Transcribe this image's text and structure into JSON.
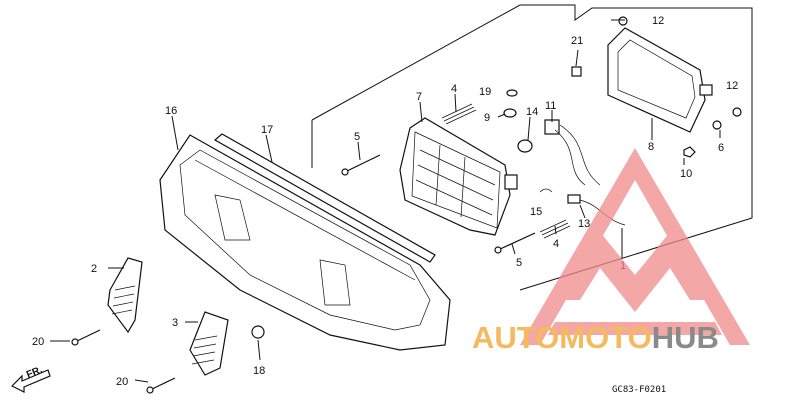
{
  "diagram": {
    "code": "GC83-F0201",
    "direction": "FR.",
    "callouts": [
      "1",
      "2",
      "3",
      "4",
      "4",
      "5",
      "5",
      "6",
      "7",
      "8",
      "9",
      "10",
      "11",
      "12",
      "12",
      "13",
      "14",
      "15",
      "16",
      "17",
      "18",
      "19",
      "20",
      "20",
      "21"
    ]
  },
  "watermark": {
    "part1": "AUTOMOTO",
    "part2": "HUB",
    "color1": "#f5b95e",
    "color2": "#8a8a8a",
    "triangle_color": "#f08a8a"
  }
}
